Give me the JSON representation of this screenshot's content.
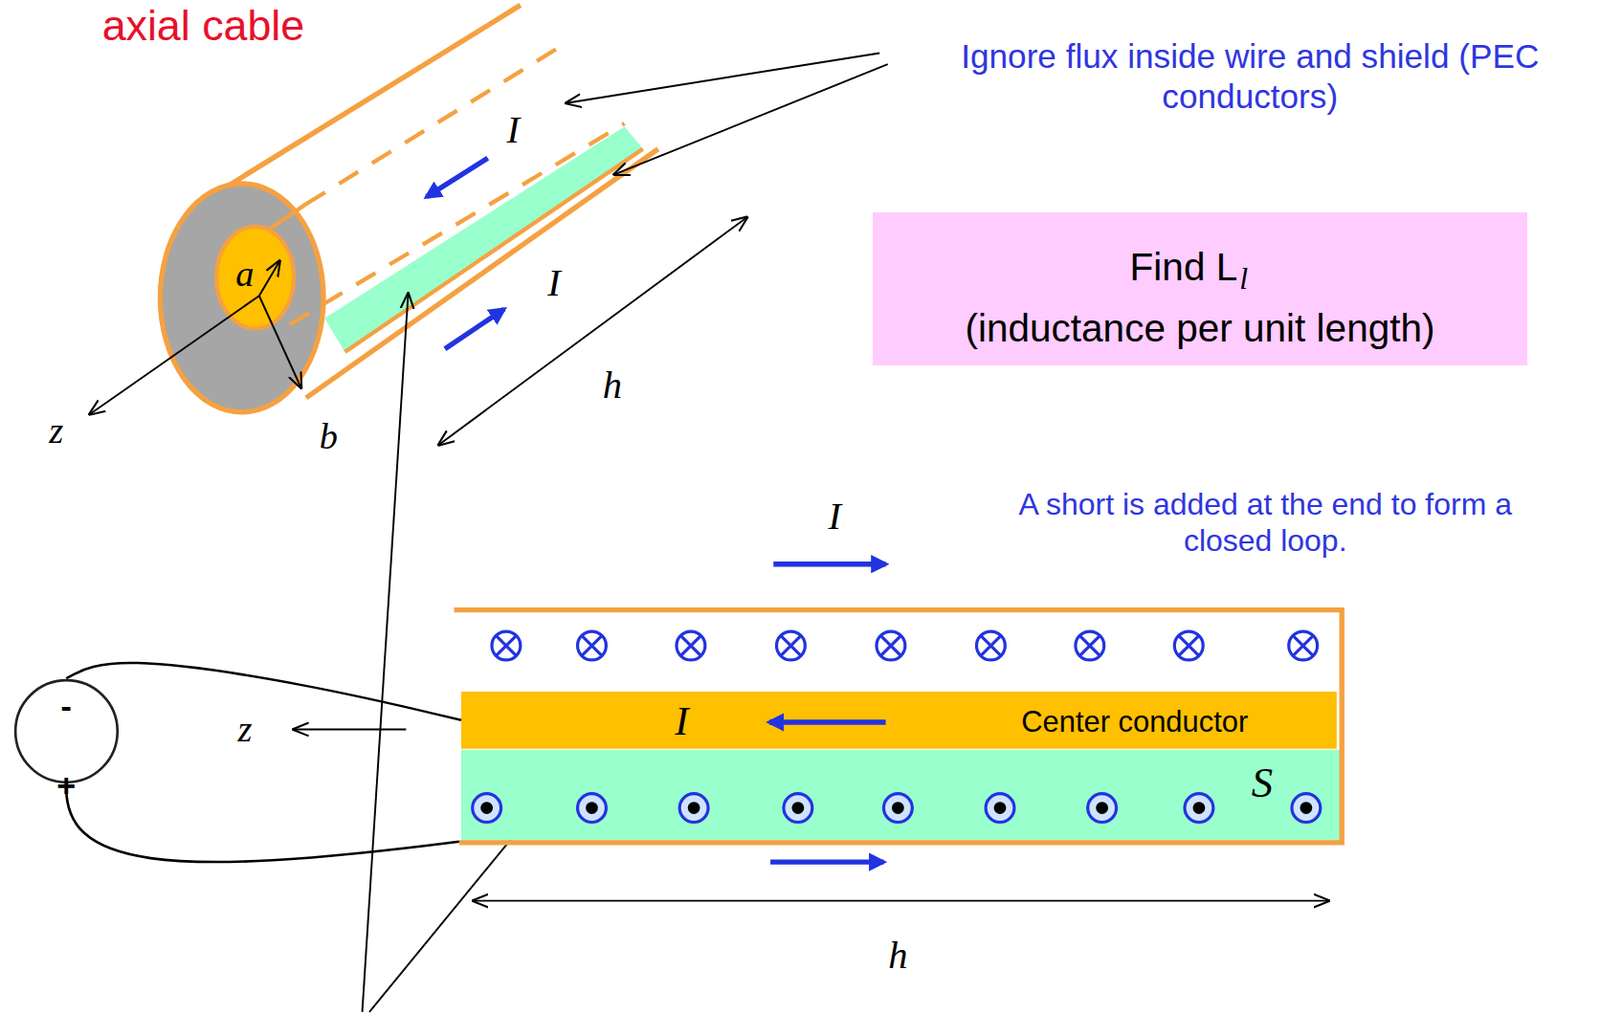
{
  "diagram": {
    "nodes": [
      {
        "text": [
          "Find L",
          "l",
          "(inductance per unit length)"
        ]
      },
      {
        "text": [
          "-",
          "+"
        ]
      },
      {
        "text": [
          "I",
          "Center conductor"
        ]
      },
      {
        "text": [
          "S"
        ]
      }
    ],
    "edges": [
      {
        "from": 1,
        "to": 2,
        "arrow": "none"
      }
    ],
    "labels": [
      "axial cable",
      "Ignore flux inside wire and shield (PEC conductors)",
      "I",
      "a",
      "I",
      "h",
      "z",
      "b",
      "A short is added at the end to form a closed loop.",
      "I",
      "z",
      "h"
    ]
  }
}
